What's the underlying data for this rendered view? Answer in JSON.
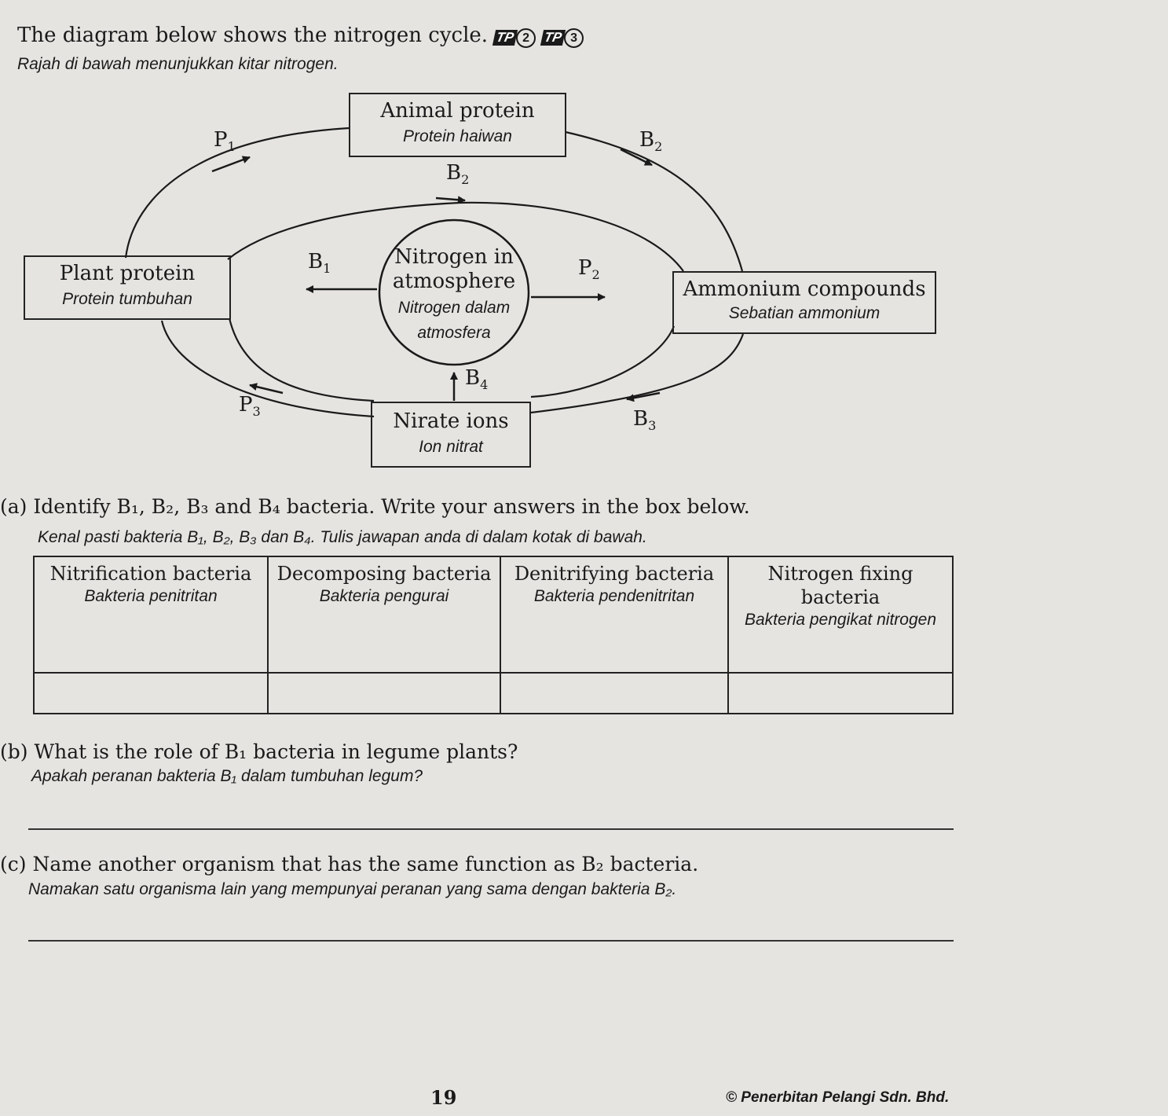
{
  "intro": {
    "en": "The diagram below shows the nitrogen cycle.",
    "tp_badges": [
      {
        "text": "TP",
        "num": "2"
      },
      {
        "text": "TP",
        "num": "3"
      }
    ],
    "ms": "Rajah di bawah menunjukkan kitar nitrogen."
  },
  "diagram": {
    "animal_protein": {
      "en": "Animal protein",
      "ms": "Protein haiwan"
    },
    "plant_protein": {
      "en": "Plant protein",
      "ms": "Protein tumbuhan"
    },
    "nitrogen_atmosphere": {
      "en1": "Nitrogen in",
      "en2": "atmosphere",
      "ms1": "Nitrogen dalam",
      "ms2": "atmosfera"
    },
    "ammonium": {
      "en": "Ammonium compounds",
      "ms": "Sebatian ammonium"
    },
    "nitrate": {
      "en": "Nirate ions",
      "ms": "Ion nitrat"
    },
    "labels": {
      "P1": {
        "base": "P",
        "sub": "1"
      },
      "P2": {
        "base": "P",
        "sub": "2"
      },
      "P3": {
        "base": "P",
        "sub": "3"
      },
      "B1": {
        "base": "B",
        "sub": "1"
      },
      "B2a": {
        "base": "B",
        "sub": "2"
      },
      "B2b": {
        "base": "B",
        "sub": "2"
      },
      "B3": {
        "base": "B",
        "sub": "3"
      },
      "B4": {
        "base": "B",
        "sub": "4"
      }
    }
  },
  "question_a": {
    "num": "(a)",
    "en": "Identify B₁, B₂, B₃ and B₄ bacteria. Write your answers in the box below.",
    "ms": "Kenal pasti bakteria B₁, B₂, B₃ dan B₄. Tulis jawapan anda di dalam kotak di bawah.",
    "table_headers": [
      {
        "en": "Nitrification bacteria",
        "ms": "Bakteria penitritan"
      },
      {
        "en": "Decomposing bacteria",
        "ms": "Bakteria pengurai"
      },
      {
        "en": "Denitrifying bacteria",
        "ms": "Bakteria pendenitritan"
      },
      {
        "en": "Nitrogen fixing bacteria",
        "ms": "Bakteria pengikat nitrogen"
      }
    ],
    "table_answers": [
      "",
      "",
      "",
      ""
    ]
  },
  "question_b": {
    "num": "(b)",
    "en": "What is the role of B₁ bacteria in legume plants?",
    "ms": "Apakah peranan bakteria B₁ dalam tumbuhan legum?",
    "answer": ""
  },
  "question_c": {
    "num": "(c)",
    "en": "Name another organism that has the same function as B₂ bacteria.",
    "ms": "Namakan satu organisma lain yang mempunyai peranan yang sama dengan bakteria B₂.",
    "answer": ""
  },
  "footer": {
    "page_number": "19",
    "copyright": "© Penerbitan Pelangi Sdn. Bhd."
  }
}
